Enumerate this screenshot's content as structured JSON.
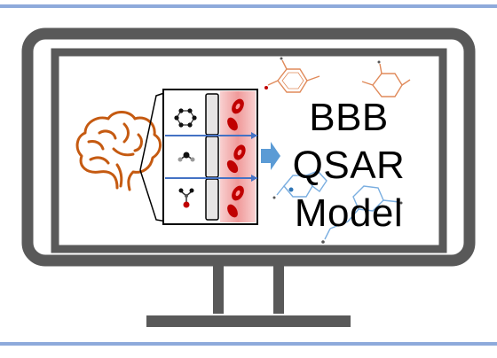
{
  "graphic": {
    "title_lines": [
      "BBB",
      "QSAR",
      "Model"
    ],
    "icons": [
      "monitor-icon",
      "brain-icon",
      "blood-vessel-icon",
      "benzene-ring-icon",
      "small-molecule-icon",
      "water-molecule-icon",
      "arrow-right-icon",
      "chemical-structure-icon"
    ],
    "colors": {
      "frame_line": "#8eaadb",
      "monitor": "#595959",
      "brain": "#c55a11",
      "vessel": "#f4b6b6",
      "cell": "#c00000",
      "arrow": "#5b9bd5",
      "text": "#000000"
    }
  }
}
